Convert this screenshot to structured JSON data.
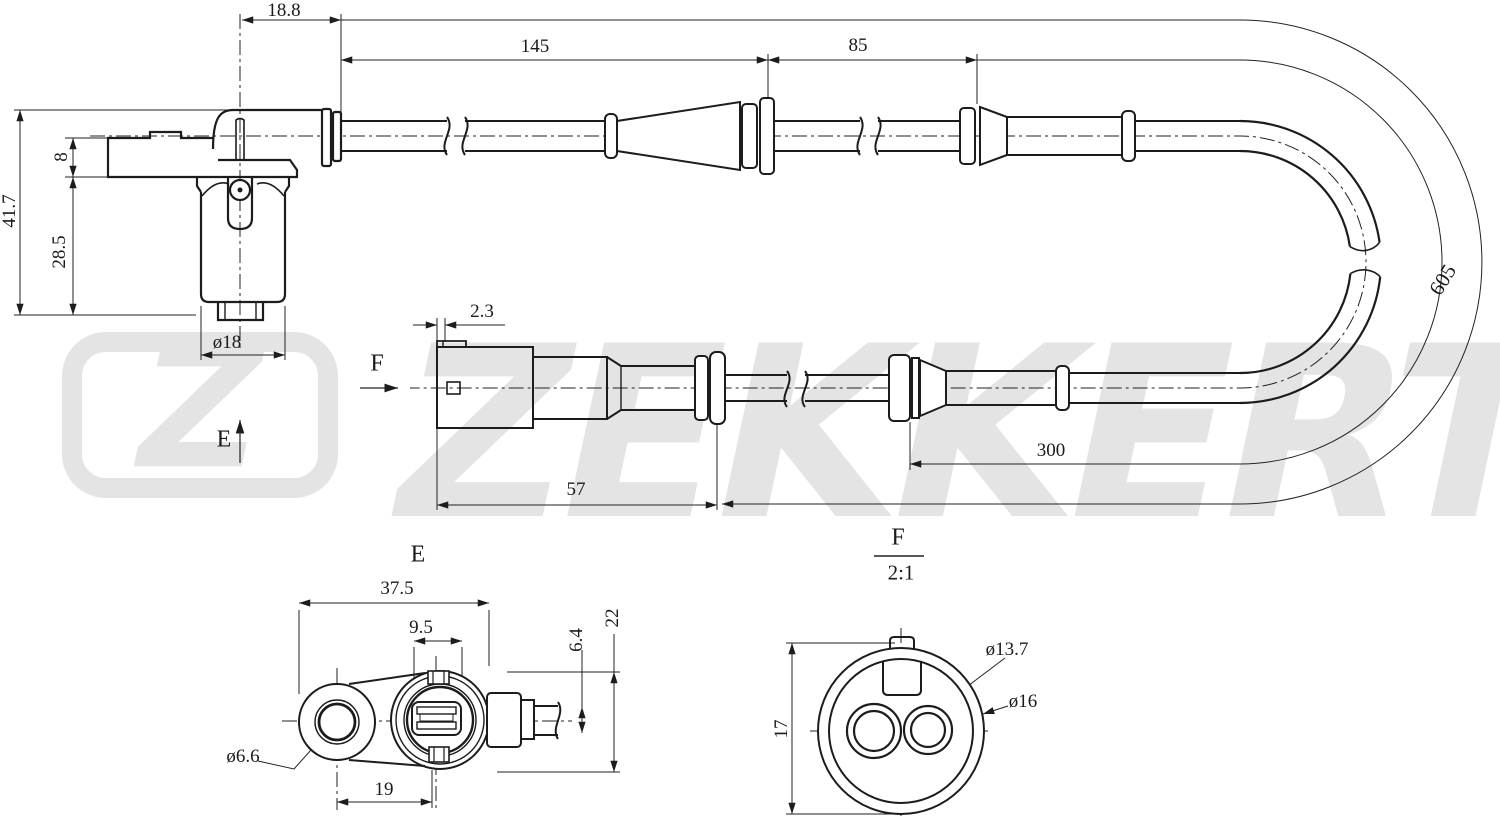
{
  "watermark": {
    "logo_letter": "Z",
    "brand": "ZEKKERT"
  },
  "colors": {
    "line": "#1c1c1c",
    "watermark": "#e4e4e4"
  },
  "side_view": {
    "dims": {
      "head_offset": "18.8",
      "segment1": "145",
      "segment2": "85",
      "cable_total": "605",
      "head_thickness": "8",
      "overall_height": "41.7",
      "body_height": "28.5",
      "body_diameter": "ø18"
    },
    "view_arrows": {
      "e": "E",
      "f": "F"
    }
  },
  "connector_view": {
    "dims": {
      "latch_offset": "2.3",
      "connector_length": "57",
      "tail_length": "300"
    }
  },
  "e_view": {
    "title": "E",
    "dims": {
      "overall_width": "37.5",
      "slot_width": "9.5",
      "cable_height": "6.4",
      "overall_height": "22",
      "hole_diameter": "ø6.6",
      "center_distance": "19"
    }
  },
  "f_view": {
    "title": "F",
    "scale": "2:1",
    "dims": {
      "height": "17",
      "inner_diameter": "ø13.7",
      "outer_diameter": "ø16"
    }
  }
}
